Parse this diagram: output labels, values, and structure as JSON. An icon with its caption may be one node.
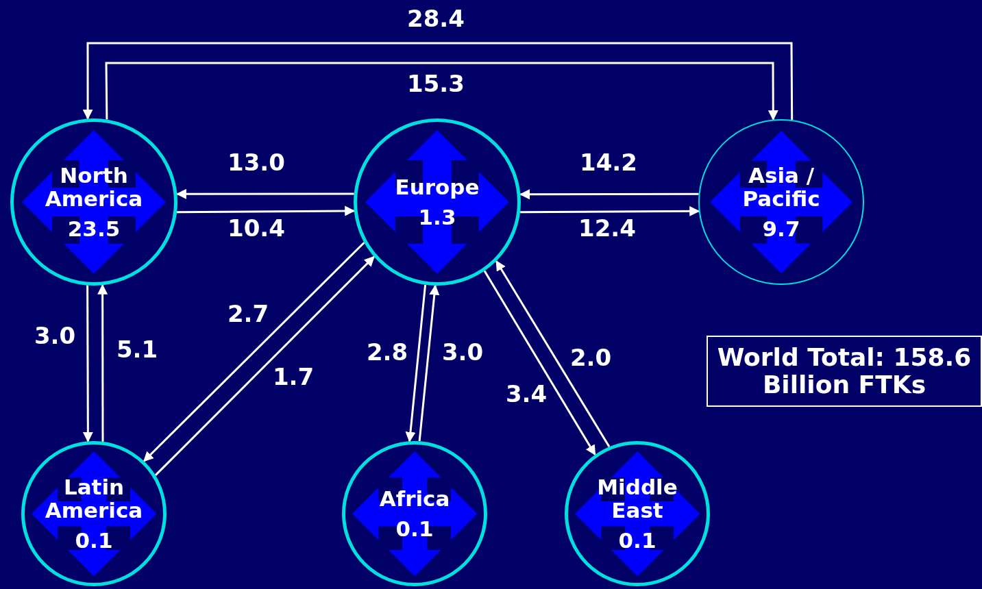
{
  "diagram": {
    "nodes": [
      {
        "text": [
          "North America",
          "23.5"
        ]
      },
      {
        "text": [
          "Europe",
          "1.3"
        ]
      },
      {
        "text": [
          "Asia / Pacific",
          "9.7"
        ]
      },
      {
        "text": [
          "Latin America",
          "0.1"
        ]
      },
      {
        "text": [
          "Africa",
          "0.1"
        ]
      },
      {
        "text": [
          "Middle East",
          "0.1"
        ]
      },
      {
        "text": [
          "World Total: 158.6 Billion FTKs"
        ]
      }
    ],
    "edges": [
      {
        "from": 2,
        "to": 0,
        "arrow": "to",
        "label": "28.4"
      },
      {
        "from": 0,
        "to": 2,
        "arrow": "to",
        "label": "15.3"
      },
      {
        "from": 1,
        "to": 0,
        "arrow": "to",
        "label": "13.0"
      },
      {
        "from": 0,
        "to": 1,
        "arrow": "to",
        "label": "10.4"
      },
      {
        "from": 2,
        "to": 1,
        "arrow": "to",
        "label": "14.2"
      },
      {
        "from": 1,
        "to": 2,
        "arrow": "to",
        "label": "12.4"
      },
      {
        "from": 0,
        "to": 3,
        "arrow": "to",
        "label": "3.0"
      },
      {
        "from": 3,
        "to": 0,
        "arrow": "to",
        "label": "5.1"
      },
      {
        "from": 1,
        "to": 3,
        "arrow": "to",
        "label": "2.7"
      },
      {
        "from": 3,
        "to": 1,
        "arrow": "to",
        "label": "1.7"
      },
      {
        "from": 1,
        "to": 4,
        "arrow": "to",
        "label": "2.8"
      },
      {
        "from": 4,
        "to": 1,
        "arrow": "to",
        "label": "3.0"
      },
      {
        "from": 1,
        "to": 5,
        "arrow": "to",
        "label": "3.4"
      },
      {
        "from": 5,
        "to": 1,
        "arrow": "to",
        "label": "2.0"
      }
    ]
  }
}
